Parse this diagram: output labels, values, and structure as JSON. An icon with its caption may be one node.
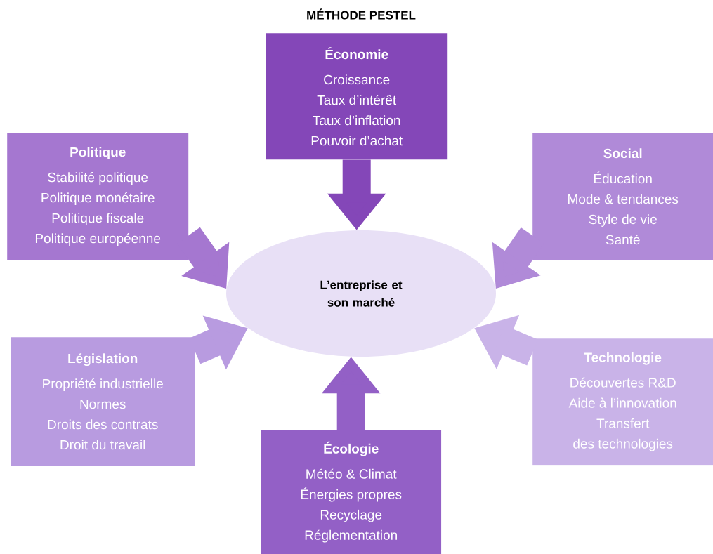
{
  "diagram": {
    "title": "MÉTHODE PESTEL",
    "nodes": [
      {
        "text": [
          "Économie",
          "Croissance",
          "Taux d’intérêt",
          "Taux d’inflation",
          "Pouvoir d’achat"
        ]
      },
      {
        "text": [
          "Politique",
          "Stabilité politique",
          "Politique monétaire",
          "Politique fiscale",
          "Politique européenne"
        ]
      },
      {
        "text": [
          "Social",
          "Éducation",
          "Mode & tendances",
          "Style de vie",
          "Santé"
        ]
      },
      {
        "text": [
          "L’entreprise et son marché"
        ]
      },
      {
        "text": [
          "Législation",
          "Propriété industrielle",
          "Normes",
          "Droits des contrats",
          "Droit du travail"
        ]
      },
      {
        "text": [
          "Écologie",
          "Météo & Climat",
          "Énergies propres",
          "Recyclage",
          "Réglementation"
        ]
      },
      {
        "text": [
          "Technologie",
          "Découvertes R&D",
          "Aide à l’innovation",
          "Transfert",
          "des technologies"
        ]
      }
    ],
    "edges": [
      {
        "from": 0,
        "to": 3,
        "arrow": "to",
        "color": "#8447b8"
      },
      {
        "from": 1,
        "to": 3,
        "arrow": "to",
        "color": "#a577d0"
      },
      {
        "from": 2,
        "to": 3,
        "arrow": "to",
        "color": "#b08ad8"
      },
      {
        "from": 4,
        "to": 3,
        "arrow": "to",
        "color": "#b89be0"
      },
      {
        "from": 5,
        "to": 3,
        "arrow": "to",
        "color": "#9360c6"
      },
      {
        "from": 6,
        "to": 3,
        "arrow": "to",
        "color": "#c9b3e8"
      }
    ]
  }
}
